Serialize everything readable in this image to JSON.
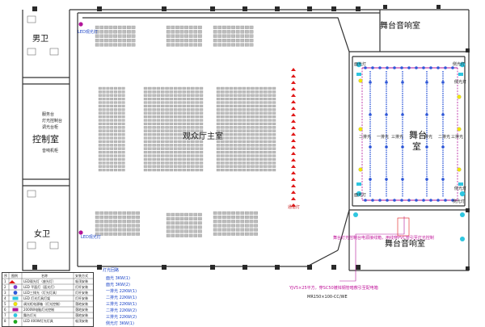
{
  "rooms": {
    "mens_restroom": "男卫",
    "womens_restroom": "女卫",
    "control_room": "控制室",
    "audience_hall": "观众厅主室",
    "stage_sound_room_top": "舞台音响室",
    "stage_sound_room_bottom": "舞台音响室",
    "stage": "舞台",
    "stage_room_suffix": "室"
  },
  "small_labels": {
    "led_top": "LED观光灯",
    "led_bottom": "LED观光灯",
    "control_notes": [
      "服务台",
      "灯光控制台",
      "调光台柜",
      "音响机柜"
    ],
    "aisle_light": "通道灯",
    "left_sidelights": [
      "面光灯",
      "面光灯"
    ],
    "right_sidelights": [
      "侧光灯",
      "侧光灯",
      "侧光灯",
      "侧光灯"
    ],
    "row_labels": [
      "一排光",
      "二排光",
      "三排光",
      "一排光",
      "二排光",
      "三排光"
    ],
    "stage_note": "舞台灯光控制台电源接线箱，用线穿PVC管引至灯光控制",
    "cable_note": "YJV5×25平方，穿SC50镀锌钢管暗敷引至配电箱",
    "cable_spec": "MR150×100-CC/WE"
  },
  "circuits": {
    "header": "灯光回路",
    "items": [
      "面光 3KW(1)",
      "面光 3KW(2)",
      "一排光 22KW(1)",
      "二排光 22KW(1)",
      "三排光 22KW(1)",
      "二排光 22KW(2)",
      "三排光 22KW(2)",
      "侧光灯 3KW(1)"
    ]
  },
  "legend": {
    "headers": [
      "序",
      "图例",
      "名称",
      "安装方式"
    ],
    "rows": [
      {
        "no": "1",
        "name": "LED观光灯（座光灯）",
        "install": "吸顶安装"
      },
      {
        "no": "2",
        "name": "LED 平面灯（面光灯）",
        "install": "灯杆安装"
      },
      {
        "no": "3",
        "name": "LED三排光（灯光灯具）",
        "install": "灯杆安装"
      },
      {
        "no": "4",
        "name": "LED 灯光灯具灯架",
        "install": "灯杆安装"
      },
      {
        "no": "5",
        "name": "调光柜电源箱（灯光控制）",
        "install": "落地安装"
      },
      {
        "no": "6",
        "name": "2000W电脑灯光控制",
        "install": "落地安装"
      },
      {
        "no": "7",
        "name": "舞台灯光",
        "install": "落地安装"
      },
      {
        "no": "8",
        "name": "LED 400W灯光灯具",
        "install": "吸顶安装"
      }
    ]
  },
  "colors": {
    "wall": "#333333",
    "seat": "#b8b8b8",
    "stage_blue": "#2f58d8",
    "stage_magenta": "#b2159a",
    "aisle_red": "#e01818",
    "cyan": "#2ec6e0",
    "yellow": "#f2e600",
    "legend_green": "#1ea81e"
  }
}
